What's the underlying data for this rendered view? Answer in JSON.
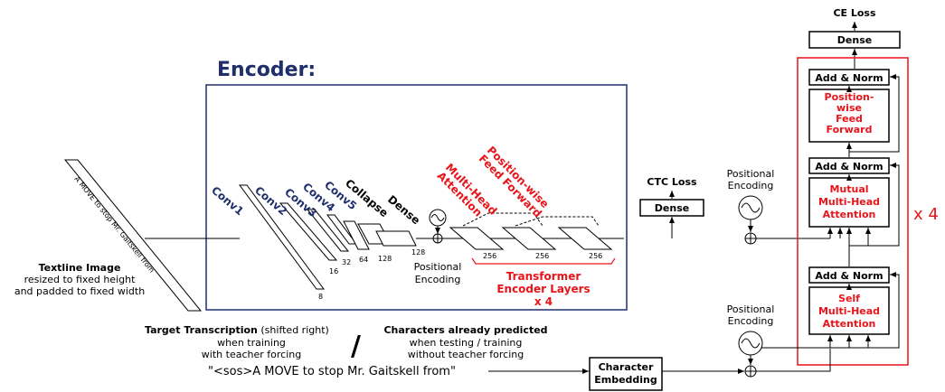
{
  "encoder": {
    "title": "Encoder:",
    "conv_labels": [
      "Conv1",
      "Conv2",
      "Conv3",
      "Conv4",
      "Conv5"
    ],
    "collapse_label": "Collapse",
    "dense_label": "Dense",
    "dims": [
      "8",
      "16",
      "32",
      "64",
      "128",
      "128"
    ],
    "pos_enc_label": "Positional\nEncoding",
    "mha_label": "Multi-Head\nAttention",
    "ff_label": "Position-wise\nFeed Forward",
    "layer_dims": [
      "256",
      "256",
      "256"
    ],
    "transformer_label": "Transformer\nEncoder Layers\nx 4"
  },
  "input": {
    "image_caption_bold": "Textline Image",
    "image_caption": "resized to fixed height\nand padded to fixed width",
    "image_text": "A MOVE to stop Mr. Gaitskell from"
  },
  "targets": {
    "left_bold": "Target Transcription",
    "left_suffix": " (shifted right)",
    "left_sub": "when training\nwith teacher forcing",
    "right_bold": "Characters already predicted",
    "right_sub": "when testing / training\nwithout teacher forcing",
    "slash": "/",
    "sequence": "\"<sos>A MOVE to stop Mr. Gaitskell from\""
  },
  "ctc": {
    "loss": "CTC Loss",
    "dense": "Dense"
  },
  "decoder": {
    "ce_loss": "CE Loss",
    "dense": "Dense",
    "add_norm": "Add & Norm",
    "ff": "Position-\nwise\nFeed\nForward",
    "mutual": "Mutual\nMulti-Head\nAttention",
    "self": "Self\nMulti-Head\nAttention",
    "repeat": "x 4",
    "pos_enc_top": "Positional\nEncoding",
    "pos_enc_bottom": "Positional\nEncoding",
    "char_embedding": "Character\nEmbedding"
  },
  "colors": {
    "blue": "#1f2f6b",
    "red": "#e8141a",
    "black": "#000000"
  }
}
